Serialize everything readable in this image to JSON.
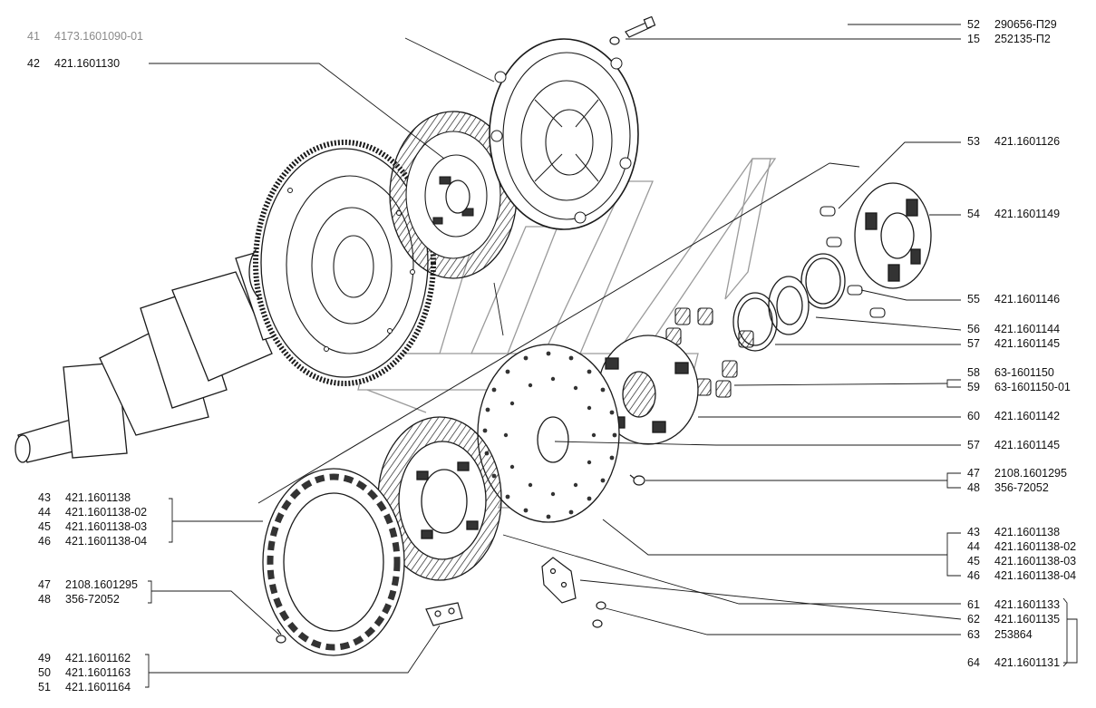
{
  "callouts": [
    {
      "id": "c41",
      "num": "41",
      "code": "4173.1601090-01"
    },
    {
      "id": "c42",
      "num": "42",
      "code": "421.1601130"
    },
    {
      "id": "c52",
      "num": "52",
      "code": "290656-П29"
    },
    {
      "id": "c15",
      "num": "15",
      "code": "252135-П2"
    },
    {
      "id": "c53",
      "num": "53",
      "code": "421.1601126"
    },
    {
      "id": "c54",
      "num": "54",
      "code": "421.1601149"
    },
    {
      "id": "c55",
      "num": "55",
      "code": "421.1601146"
    },
    {
      "id": "c56",
      "num": "56",
      "code": "421.1601144"
    },
    {
      "id": "c57a",
      "num": "57",
      "code": "421.1601145"
    },
    {
      "id": "c58",
      "num": "58",
      "code": "63-1601150"
    },
    {
      "id": "c59",
      "num": "59",
      "code": "63-1601150-01"
    },
    {
      "id": "c60",
      "num": "60",
      "code": "421.1601142"
    },
    {
      "id": "c57b",
      "num": "57",
      "code": "421.1601145"
    },
    {
      "id": "c47r",
      "num": "47",
      "code": "2108.1601295"
    },
    {
      "id": "c48r",
      "num": "48",
      "code": "356-72052"
    },
    {
      "id": "c43r",
      "num": "43",
      "code": "421.1601138"
    },
    {
      "id": "c44r",
      "num": "44",
      "code": "421.1601138-02"
    },
    {
      "id": "c45r",
      "num": "45",
      "code": "421.1601138-03"
    },
    {
      "id": "c46r",
      "num": "46",
      "code": "421.1601138-04"
    },
    {
      "id": "c61",
      "num": "61",
      "code": "421.1601133"
    },
    {
      "id": "c62",
      "num": "62",
      "code": "421.1601135"
    },
    {
      "id": "c63",
      "num": "63",
      "code": "253864"
    },
    {
      "id": "c64",
      "num": "64",
      "code": "421.1601131"
    },
    {
      "id": "c43l",
      "num": "43",
      "code": "421.1601138"
    },
    {
      "id": "c44l",
      "num": "44",
      "code": "421.1601138-02"
    },
    {
      "id": "c45l",
      "num": "45",
      "code": "421.1601138-03"
    },
    {
      "id": "c46l",
      "num": "46",
      "code": "421.1601138-04"
    },
    {
      "id": "c47l",
      "num": "47",
      "code": "2108.1601295"
    },
    {
      "id": "c48l",
      "num": "48",
      "code": "356-72052"
    },
    {
      "id": "c49",
      "num": "49",
      "code": "421.1601162"
    },
    {
      "id": "c50",
      "num": "50",
      "code": "421.1601163"
    },
    {
      "id": "c51",
      "num": "51",
      "code": "421.1601164"
    }
  ],
  "colors": {
    "line": "#1a1a1a",
    "watermark": "#9a9a9a",
    "background": "#ffffff"
  }
}
